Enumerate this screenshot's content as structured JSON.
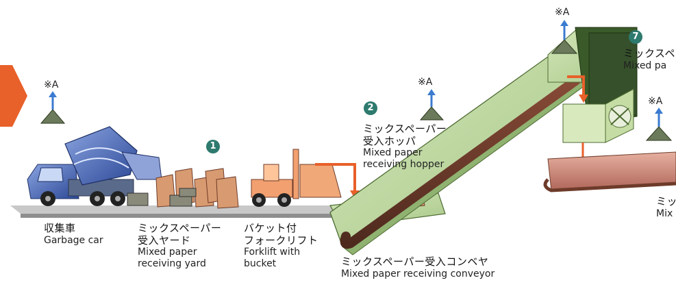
{
  "labels": {
    "garbage_car": {
      "jp": "収集車",
      "en": "Garbage car"
    },
    "receiving_yard": {
      "jp": "ミックスペーパー",
      "jp2": "受入ヤード",
      "en": "Mixed paper",
      "en2": "receiving yard"
    },
    "forklift": {
      "jp": "バケット付",
      "jp2": "フォークリフト",
      "en": "Forklift with",
      "en2": "bucket"
    },
    "hopper": {
      "jp": "ミックスペーパー",
      "jp2": "受入ホッパ",
      "en": "Mixed paper",
      "en2": "receiving hopper"
    },
    "conveyor": {
      "jp": "ミックスペーパー受入コンベヤ",
      "en": "Mixed paper receiving conveyor"
    },
    "step7_partial": {
      "jp": "ミックスペ",
      "en": "Mixed pa"
    },
    "right_partial": {
      "jp": "ミッ",
      "en": "Mix"
    }
  },
  "markers": {
    "a": "※A"
  },
  "steps": {
    "one": "1",
    "two": "2",
    "seven": "7"
  },
  "colors": {
    "arrow": "#e8602a",
    "conveyor": "#b9d39a",
    "belt": "#6e3b2a",
    "truck": "#3f5fae",
    "bag": "#d89a70"
  }
}
